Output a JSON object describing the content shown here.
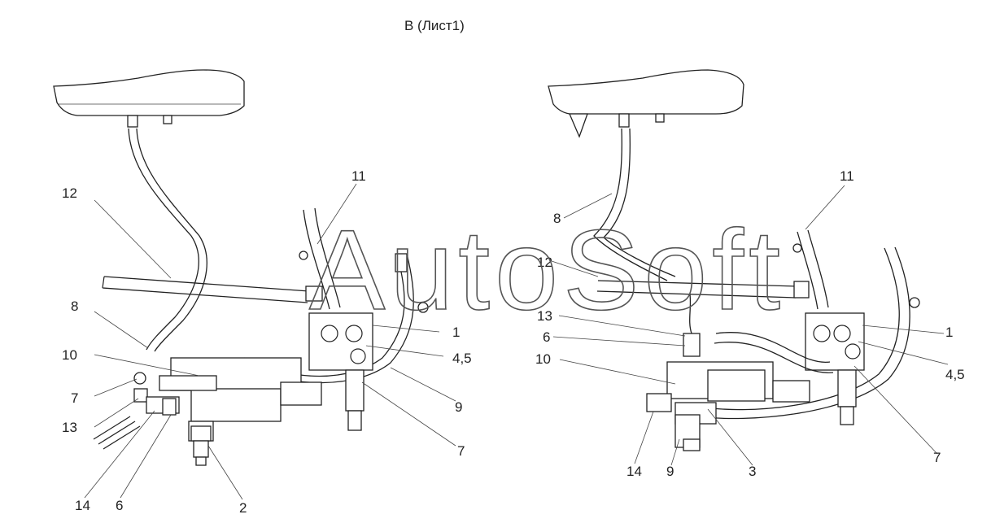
{
  "title": "В (Лист1)",
  "watermark": "AutoSoft",
  "left_view": {
    "callouts": [
      {
        "id": "12",
        "text": "12"
      },
      {
        "id": "11",
        "text": "11"
      },
      {
        "id": "8",
        "text": "8"
      },
      {
        "id": "1",
        "text": "1"
      },
      {
        "id": "10",
        "text": "10"
      },
      {
        "id": "4_5",
        "text": "4,5"
      },
      {
        "id": "7a",
        "text": "7"
      },
      {
        "id": "13",
        "text": "13"
      },
      {
        "id": "9",
        "text": "9"
      },
      {
        "id": "7b",
        "text": "7"
      },
      {
        "id": "14",
        "text": "14"
      },
      {
        "id": "6",
        "text": "6"
      },
      {
        "id": "2",
        "text": "2"
      }
    ]
  },
  "right_view": {
    "callouts": [
      {
        "id": "11",
        "text": "11"
      },
      {
        "id": "8",
        "text": "8"
      },
      {
        "id": "12",
        "text": "12"
      },
      {
        "id": "13",
        "text": "13"
      },
      {
        "id": "1",
        "text": "1"
      },
      {
        "id": "6",
        "text": "6"
      },
      {
        "id": "10",
        "text": "10"
      },
      {
        "id": "4_5",
        "text": "4,5"
      },
      {
        "id": "7",
        "text": "7"
      },
      {
        "id": "14",
        "text": "14"
      },
      {
        "id": "9",
        "text": "9"
      },
      {
        "id": "3",
        "text": "3"
      }
    ]
  }
}
